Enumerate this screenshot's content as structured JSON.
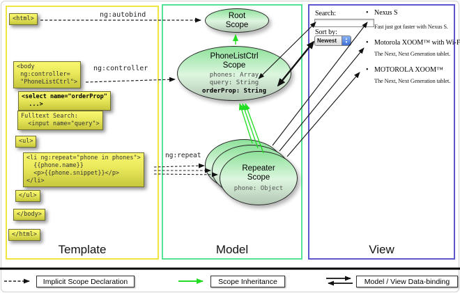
{
  "labels": {
    "ng_autobind": "ng:autobind",
    "ng_controller": "ng:controller",
    "ng_repeat": "ng:repeat"
  },
  "template": {
    "section_label": "Template",
    "html_open": "<html>",
    "body_open": "<body\n ng:controller=\n \"PhoneListCtrl\">",
    "select": "<select name=\"orderProp\"\n  ...>",
    "fulltext": "Fulltext Search:\n  <input name=\"query\">",
    "ul_open": "<ul>",
    "li": "<li ng:repeat=\"phone in phones\">\n  {{phone.name}}\n  <p>{{phone.snippet}}</p>\n</li>",
    "ul_close": "</ul>",
    "body_close": "</body>",
    "html_close": "</html>"
  },
  "model": {
    "section_label": "Model",
    "root_scope_title": "Root\nScope",
    "phonelist_title": "PhoneListCtrl\nScope",
    "phonelist_props": "phones: Array\nquery: String",
    "phonelist_bold_prop": "orderProp: String",
    "repeater_title": "Repeater\nScope",
    "repeater_prop": "phone: Object"
  },
  "view": {
    "section_label": "View",
    "search_label": "Search:",
    "search_value": "",
    "sort_label": "Sort by:",
    "sort_value": "Newest",
    "bullet": "•",
    "items": [
      {
        "title": "Nexus S",
        "desc": "Fast just got faster with Nexus S."
      },
      {
        "title": "Motorola XOOM™ with Wi-Fi",
        "desc": "The Next, Next Generation tablet."
      },
      {
        "title": "MOTOROLA XOOM™",
        "desc": "The Next, Next Generation tablet."
      }
    ]
  },
  "legend": {
    "implicit": "Implicit Scope Declaration",
    "inheritance": "Scope Inheritance",
    "binding": "Model / View Data-binding"
  },
  "colors": {
    "template_border": "#eee63c",
    "model_border": "#54e394",
    "view_border": "#5c55cd",
    "scope_fill": "#8ee19a",
    "code_box_yellow": "#ecea55",
    "arrow_green": "#22dd22",
    "arrow_black": "#111111"
  }
}
